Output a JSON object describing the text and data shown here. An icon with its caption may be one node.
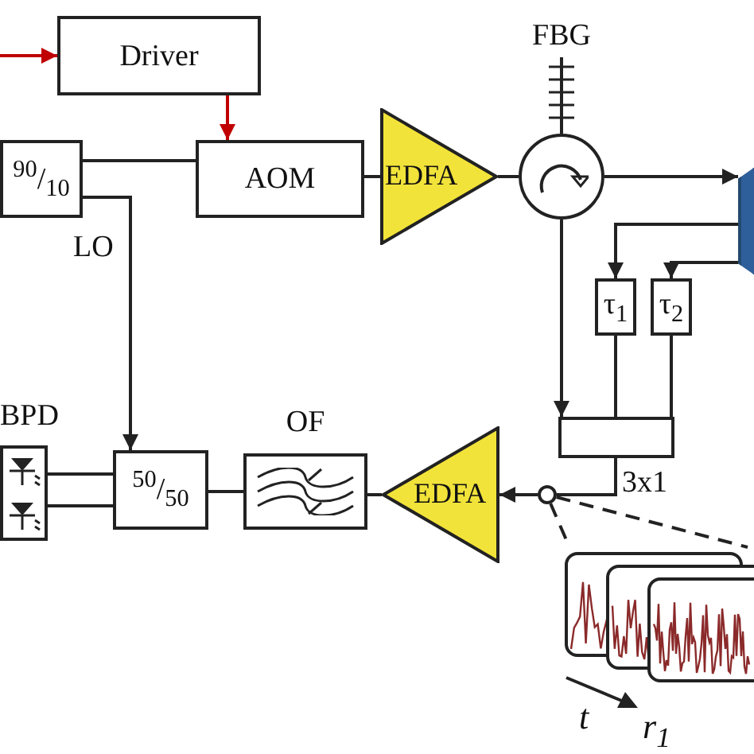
{
  "diagram": {
    "nodes": [
      {
        "text": [
          "Driver"
        ]
      },
      {
        "text": [
          "$^{90}$/$_{10}$"
        ]
      },
      {
        "text": [
          "AOM"
        ]
      },
      {
        "text": [
          "EDFA"
        ]
      },
      {
        "text": [
          "FBG"
        ]
      },
      {
        "text": [],
        "shape": "circle"
      },
      {
        "text": [],
        "shape": "bar"
      },
      {
        "text": [
          "τ$_{1}$"
        ]
      },
      {
        "text": [
          "τ$_{2}$"
        ]
      },
      {
        "text": [
          "BPD"
        ]
      },
      {
        "text": [
          "$^{50}$/$_{50}$"
        ]
      },
      {
        "text": [
          "OF"
        ]
      },
      {
        "text": [
          "EDFA"
        ]
      },
      {
        "text": [],
        "shape": "box",
        "beside": [
          "3x1"
        ]
      },
      {
        "text": [],
        "shape": "circle"
      },
      {
        "text": [],
        "shape": "picture"
      }
    ],
    "edges": [
      {
        "from": null,
        "to": 0,
        "arrow": "to",
        "color": "#c00000"
      },
      {
        "from": 0,
        "to": 2,
        "arrow": "to",
        "color": "#c00000"
      },
      {
        "from": 1,
        "to": 2,
        "arrow": "none"
      },
      {
        "from": 2,
        "to": 3,
        "arrow": "none"
      },
      {
        "from": 3,
        "to": 5,
        "arrow": "none"
      },
      {
        "from": 5,
        "to": 4,
        "arrow": "none"
      },
      {
        "from": 5,
        "to": 6,
        "arrow": "to"
      },
      {
        "from": 6,
        "to": 7,
        "arrow": "to"
      },
      {
        "from": 6,
        "to": 8,
        "arrow": "to"
      },
      {
        "from": 5,
        "to": 13,
        "arrow": "to"
      },
      {
        "from": 7,
        "to": 13,
        "arrow": "none"
      },
      {
        "from": 8,
        "to": 13,
        "arrow": "none"
      },
      {
        "from": 1,
        "to": 10,
        "arrow": "to",
        "label": "LO"
      },
      {
        "from": 13,
        "to": 14,
        "arrow": "none"
      },
      {
        "from": 14,
        "to": 12,
        "arrow": "to"
      },
      {
        "from": 12,
        "to": 11,
        "arrow": "none"
      },
      {
        "from": 11,
        "to": 10,
        "arrow": "none"
      },
      {
        "from": 10,
        "to": 9,
        "arrow": "none"
      },
      {
        "from": 10,
        "to": 9,
        "arrow": "none"
      },
      {
        "from": 14,
        "to": 15,
        "arrow": "none",
        "style": "dashed"
      },
      {
        "from": 14,
        "to": 15,
        "arrow": "none",
        "style": "dashed"
      }
    ],
    "labels": [
      "t",
      "r$_{1}$"
    ]
  }
}
